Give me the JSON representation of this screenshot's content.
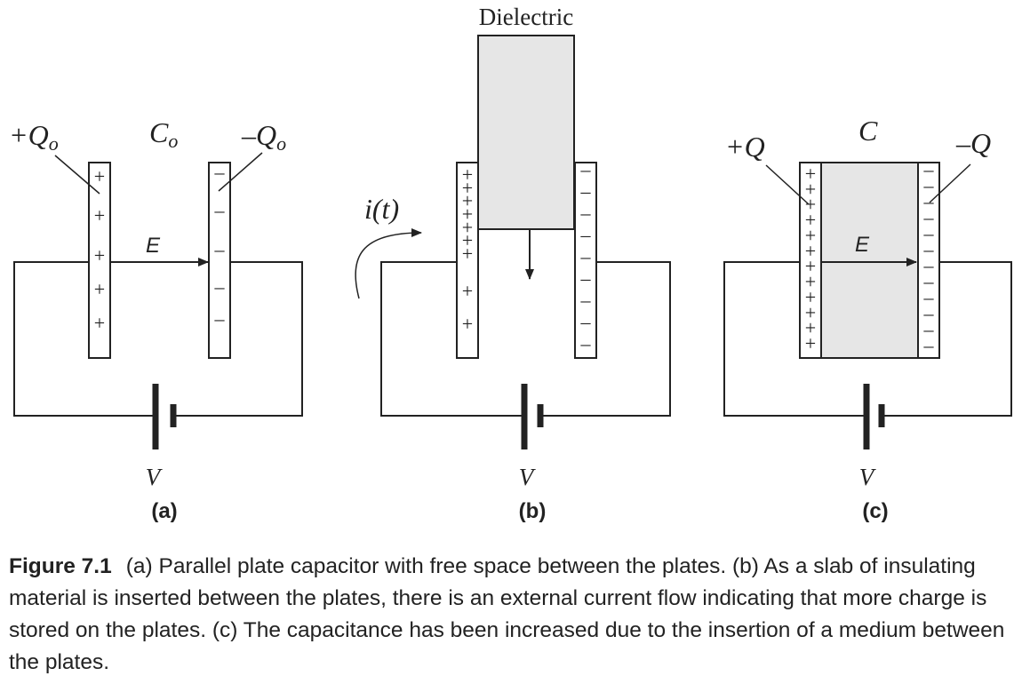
{
  "figure": {
    "panel_a": {
      "plus_label": "+Q",
      "plus_sub": "o",
      "cap_label": "C",
      "cap_sub": "o",
      "minus_label": "–Q",
      "minus_sub": "o",
      "field_label": "E",
      "voltage_label": "V",
      "panel_label": "(a)"
    },
    "panel_b": {
      "dielectric_label": "Dielectric",
      "current_label": "i(t)",
      "voltage_label": "V",
      "panel_label": "(b)"
    },
    "panel_c": {
      "plus_label": "+Q",
      "cap_label": "C",
      "minus_label": "–Q",
      "field_label": "E",
      "voltage_label": "V",
      "panel_label": "(c)"
    },
    "plus_sign": "+",
    "minus_sign": "–",
    "colors": {
      "ink": "#222222",
      "dielectric_fill": "#e6e6e6",
      "background": "#ffffff"
    }
  },
  "caption": {
    "label": "Figure 7.1",
    "text": "(a) Parallel plate capacitor with free space between the plates. (b) As a slab of insulating material is inserted between the plates, there is an external current flow indicating that more charge is stored on the plates. (c) The capacitance has been increased due to the insertion of a medium between the plates."
  }
}
